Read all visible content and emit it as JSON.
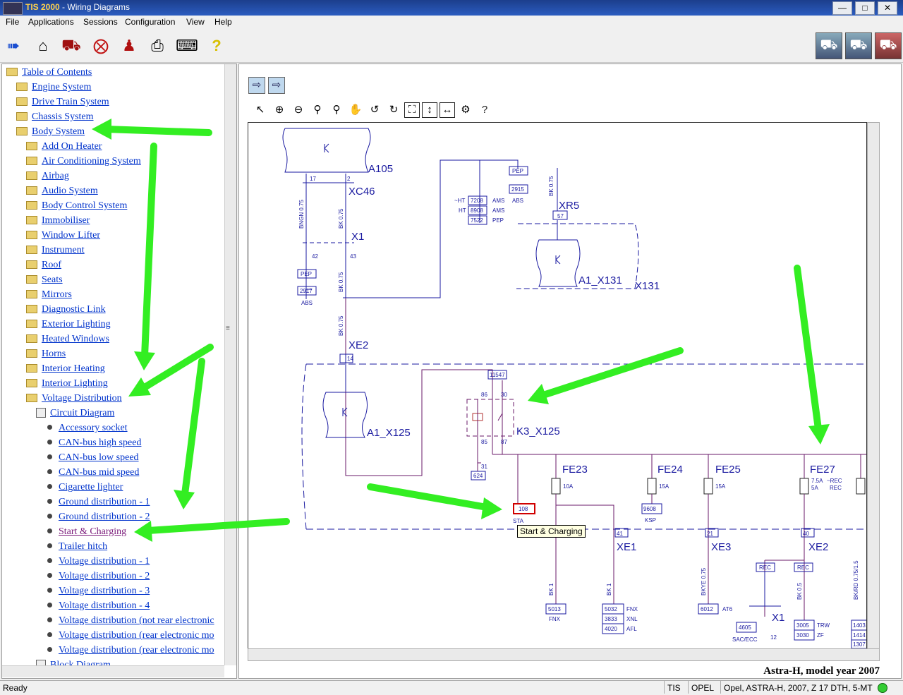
{
  "window": {
    "app": "TIS 2000",
    "title": " - Wiring Diagrams"
  },
  "menu": [
    "File",
    "Applications",
    "Sessions",
    "Configuration",
    "View",
    "Help"
  ],
  "tree": {
    "root": "Table of Contents",
    "top": [
      "Engine System",
      "Drive Train System",
      "Chassis System",
      "Body System"
    ],
    "body": [
      "Add On Heater",
      "Air Conditioning System",
      "Airbag",
      "Audio System",
      "Body Control System",
      "Immobiliser",
      "Window Lifter",
      "Instrument",
      "Roof",
      "Seats",
      "Mirrors",
      "Diagnostic Link",
      "Exterior Lighting",
      "Heated Windows",
      "Horns",
      "Interior Heating",
      "Interior Lighting",
      "Voltage Distribution"
    ],
    "circuit": "Circuit Diagram",
    "leaves": [
      "Accessory socket",
      "CAN-bus high speed",
      "CAN-bus low speed",
      "CAN-bus mid speed",
      "Cigarette lighter",
      "Ground distribution - 1",
      "Ground distribution - 2",
      "Start & Charging",
      "Trailer hitch",
      "Voltage distribution - 1",
      "Voltage distribution - 2",
      "Voltage distribution - 3",
      "Voltage distribution - 4",
      "Voltage distribution (not rear electronic",
      "Voltage distribution (rear electronic mo",
      "Voltage distribution (rear electronic mo"
    ],
    "block": "Block Diagram",
    "visited_index": 7
  },
  "diagram": {
    "caption": "Astra-H, model year 2007",
    "tooltip": "Start & Charging",
    "labels": {
      "A105": "A105",
      "XC46": "XC46",
      "X1": "X1",
      "XR5": "XR5",
      "A1_X131": "A1_X131",
      "X131": "X131",
      "XE2": "XE2",
      "A1_X125": "A1_X125",
      "K3_X125": "K3_X125",
      "FE23": "FE23",
      "FE24": "FE24",
      "FE25": "FE25",
      "FE27": "FE27",
      "XE1": "XE1",
      "XE3": "XE3",
      "XE2b": "XE2",
      "X1b": "X1",
      "n17": "17",
      "n2": "2",
      "n42": "42",
      "n43": "43",
      "n57": "57",
      "n14": "14",
      "n86": "86",
      "n30": "30",
      "n85": "85",
      "n87": "87",
      "n31": "31",
      "n41": "41",
      "n21": "21",
      "n40": "40",
      "n12": "12",
      "bngn": "BNGN 0.75",
      "bk075a": "BK 0.75",
      "bk075b": "BK 0.75",
      "bk075c": "BK 0.75",
      "bk075d": "BK 0.75",
      "bk1a": "BK 1",
      "bk1b": "BK 1",
      "bkye": "BKYE 0.75",
      "bk05": "BK 0.5",
      "bkrd": "BK/RD 0.75/1.5",
      "pep1": "PEP",
      "n2917": "2917",
      "abs1": "ABS",
      "pep2": "PEP",
      "n2915": "2915",
      "abs2": "ABS",
      "n7208": "7208",
      "n8908": "8908",
      "n7522": "7522",
      "ht1": "~HT",
      "ht2": "HT",
      "ams1": "AMS",
      "ams2": "AMS",
      "pep3": "PEP",
      "n11547": "11547",
      "n624": "624",
      "n108": "108",
      "sta": "STA",
      "a10": "10A",
      "a15a": "15A",
      "a15b": "15A",
      "a75": "7.5A",
      "a5": "5A",
      "rec1": "~REC",
      "rec2": "REC",
      "n9608": "9608",
      "ksp": "KSP",
      "n6012": "6012",
      "at6": "AT6",
      "n5013": "5013",
      "fnx1": "FNX",
      "n5032": "5032",
      "fnx2": "FNX",
      "n3833": "3833",
      "xnl": "XNL",
      "n4020": "4020",
      "afl": "AFL",
      "rec3": "REC",
      "rec4": "REC",
      "n4605": "4605",
      "sacecc": "SAC/ECC",
      "n3005": "3005",
      "trw": "TRW",
      "n3030": "3030",
      "zf": "ZF",
      "n1403": "1403",
      "n1414": "1414",
      "n1307": "1307"
    }
  },
  "status": {
    "left": "Ready",
    "tis": "TIS",
    "opel": "OPEL",
    "vehicle": "Opel, ASTRA-H, 2007, Z 17 DTH, 5-MT"
  },
  "colors": {
    "titlebar": "#1c3e8c",
    "link": "#0033cc",
    "visited": "#7a1a7a",
    "wire_blue": "#1a1aa0",
    "wire_purple": "#6a1a6a",
    "arrow": "#33ee22"
  }
}
